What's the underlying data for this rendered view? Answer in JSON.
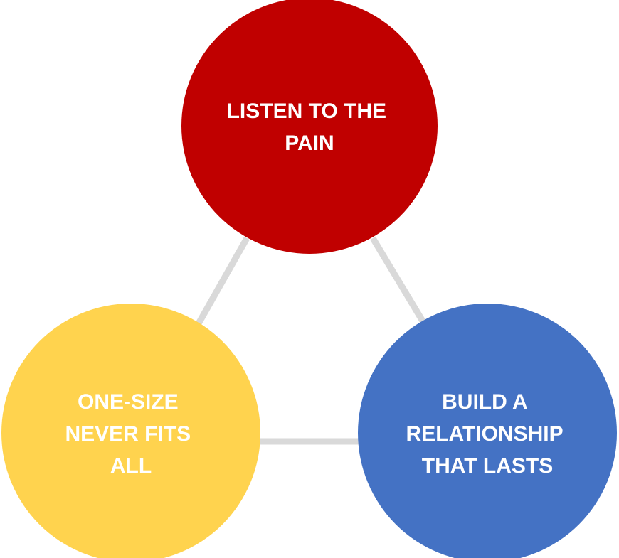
{
  "diagram": {
    "nodes": [
      {
        "id": "top",
        "color": "#c00000",
        "lines": [
          "LISTEN TO THE",
          "PAIN"
        ]
      },
      {
        "id": "bottom-left",
        "color": "#ffd34e",
        "lines": [
          "ONE-SIZE",
          "NEVER FITS",
          "ALL"
        ]
      },
      {
        "id": "bottom-right",
        "color": "#4472c4",
        "lines": [
          "BUILD A",
          "RELATIONSHIP",
          "THAT LASTS"
        ]
      }
    ],
    "connector_color": "#d9d9d9"
  }
}
